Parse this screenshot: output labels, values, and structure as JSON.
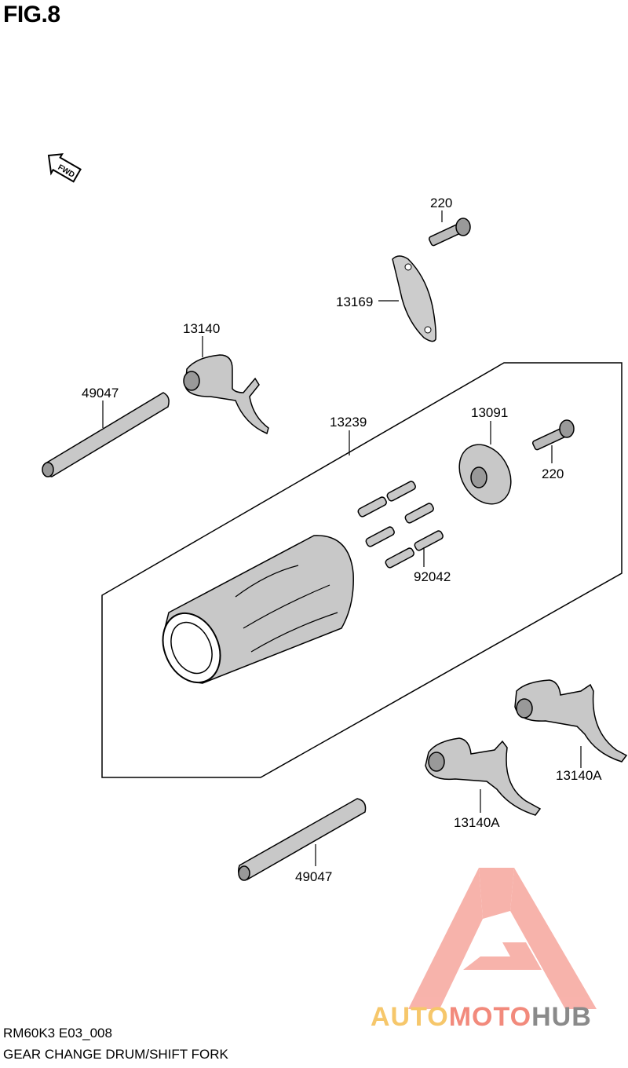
{
  "figure": {
    "title": "FIG.8",
    "model_code": "RM60K3 E03_008",
    "caption": "GEAR CHANGE DRUM/SHIFT FORK",
    "direction_label": "FWD"
  },
  "callouts": {
    "bolt_top": "220",
    "plate": "13169",
    "fork_upper": "13140",
    "shaft_upper": "49047",
    "drum_assy": "13239",
    "cam": "13091",
    "bolt_right": "220",
    "pins": "92042",
    "fork_right": "13140A",
    "fork_lower": "13140A",
    "shaft_lower": "49047"
  },
  "watermark": {
    "part1": "AUTO",
    "part2": "MOTO",
    "part3": "HUB",
    "colors": {
      "auto": "#f6c76b",
      "moto": "#f28a7c",
      "hub": "#8a8a8a",
      "logo": "#f08a80"
    }
  }
}
